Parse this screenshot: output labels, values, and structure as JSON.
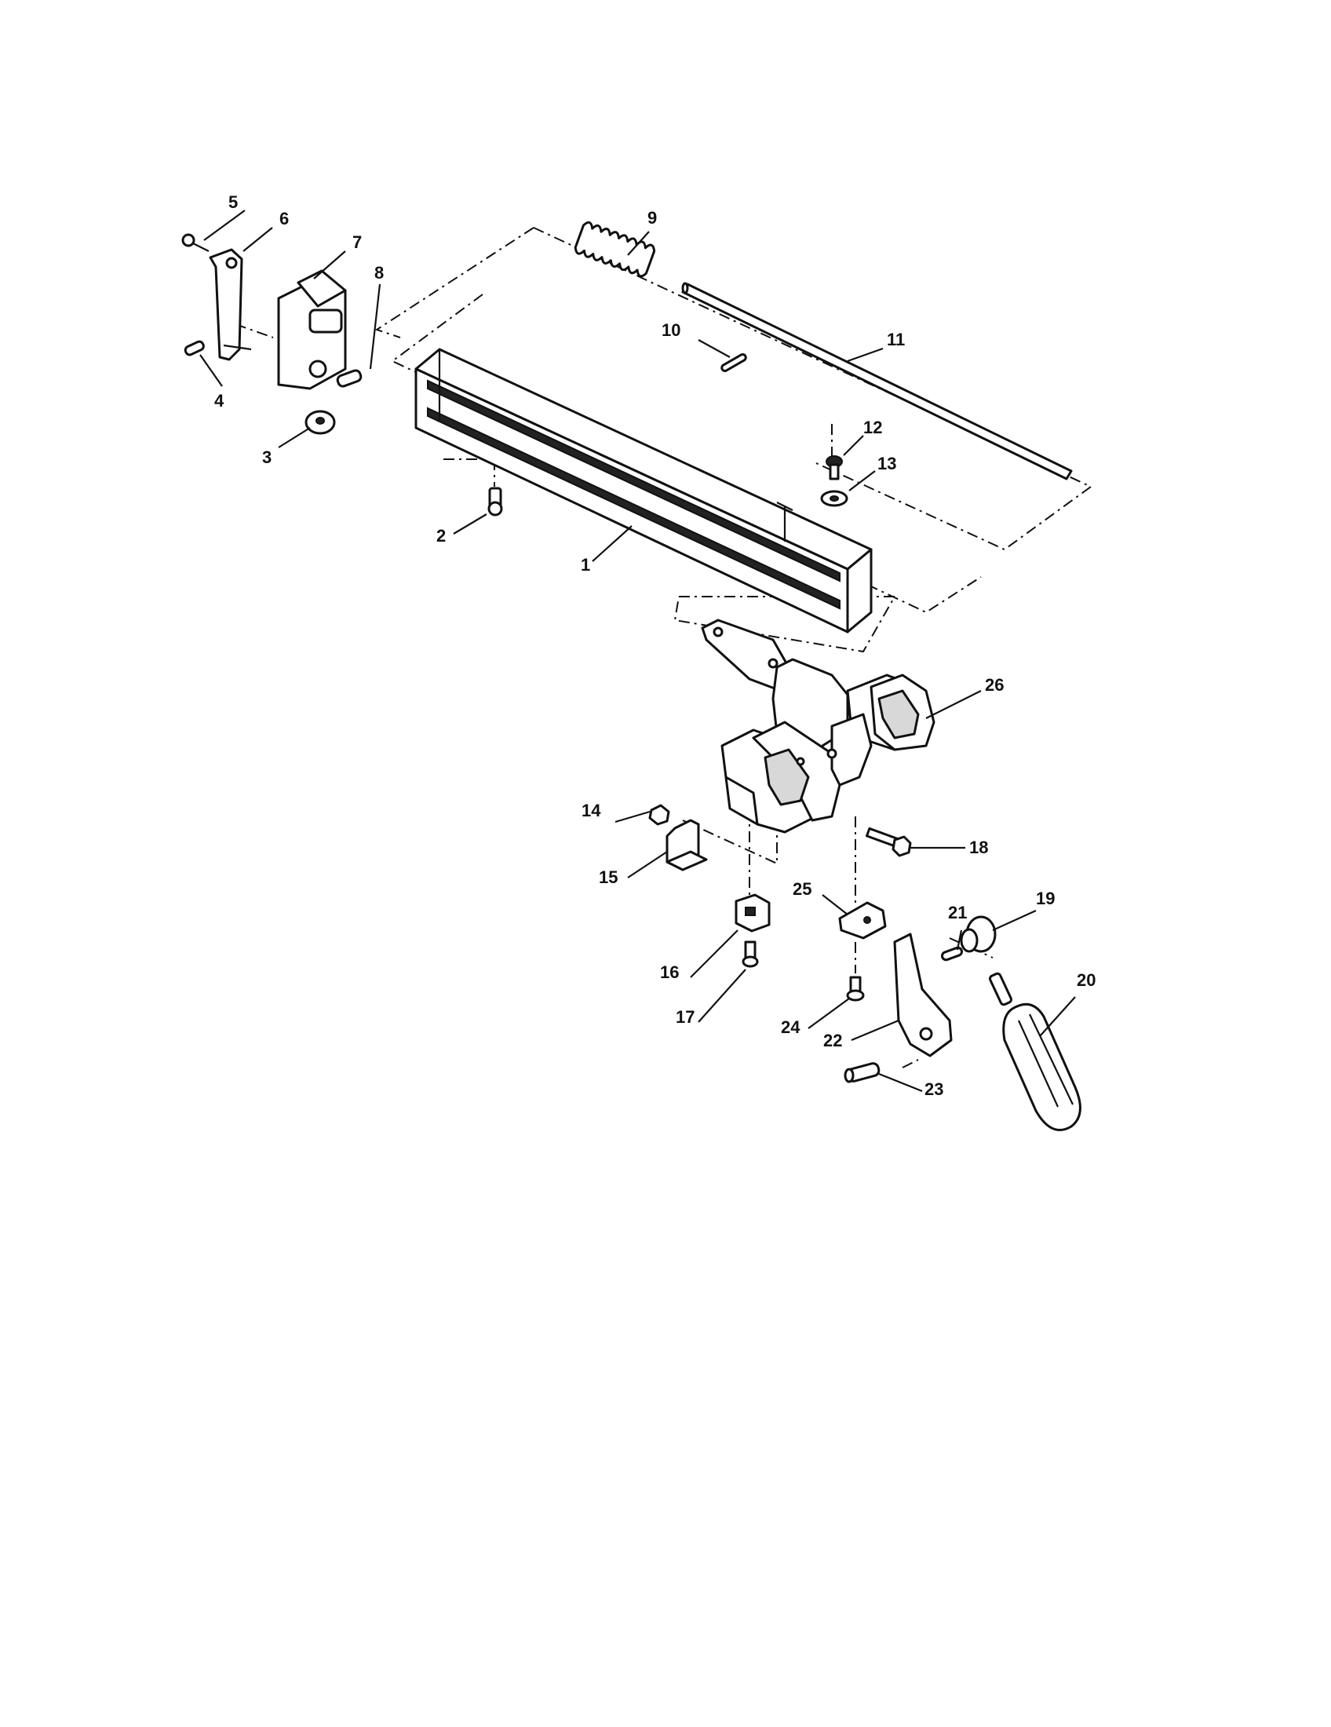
{
  "callouts": [
    {
      "number": "1"
    },
    {
      "number": "2"
    },
    {
      "number": "3"
    },
    {
      "number": "4"
    },
    {
      "number": "5"
    },
    {
      "number": "6"
    },
    {
      "number": "7"
    },
    {
      "number": "8"
    },
    {
      "number": "9"
    },
    {
      "number": "10"
    },
    {
      "number": "11"
    },
    {
      "number": "12"
    },
    {
      "number": "13"
    },
    {
      "number": "14"
    },
    {
      "number": "15"
    },
    {
      "number": "16"
    },
    {
      "number": "17"
    },
    {
      "number": "18"
    },
    {
      "number": "19"
    },
    {
      "number": "20"
    },
    {
      "number": "21"
    },
    {
      "number": "22"
    },
    {
      "number": "23"
    },
    {
      "number": "24"
    },
    {
      "number": "25"
    },
    {
      "number": "26"
    }
  ]
}
